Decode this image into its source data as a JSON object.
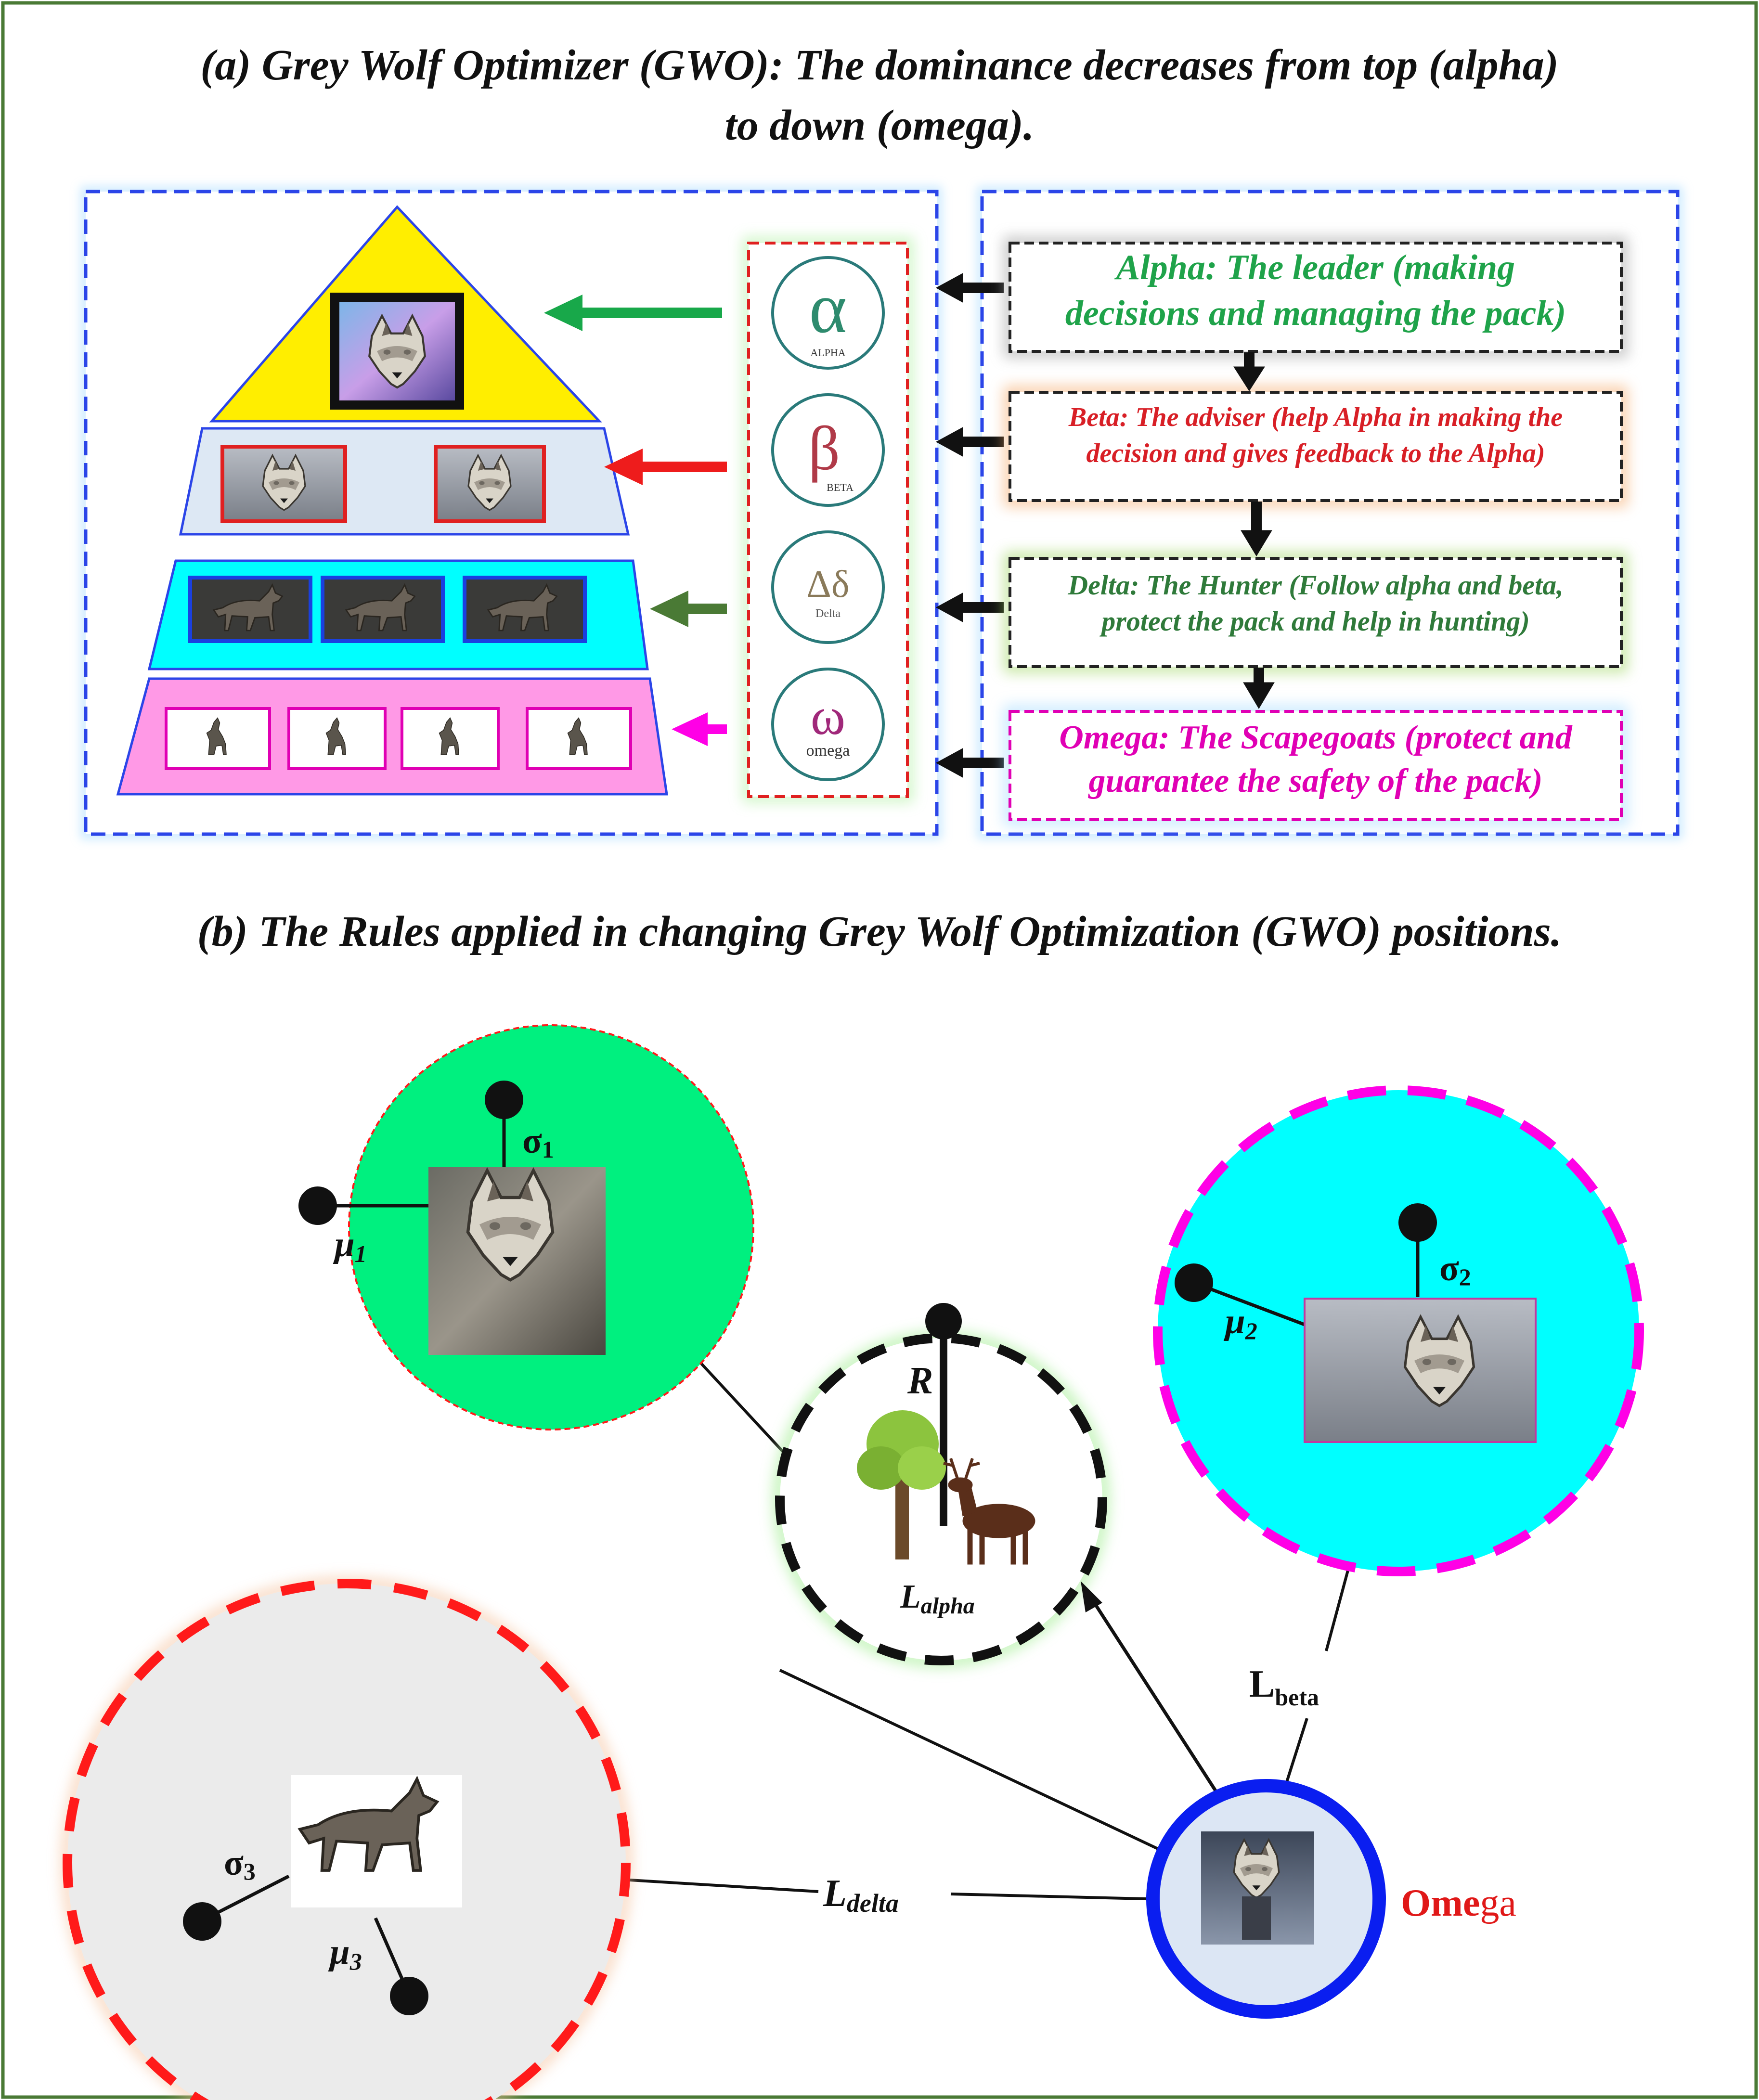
{
  "section_a": {
    "title_line1": "(a) Grey Wolf Optimizer (GWO): The dominance decreases from top (alpha)",
    "title_line2": "to down (omega)."
  },
  "symbols": [
    {
      "glyph": "α",
      "caption": "ALPHA",
      "color": "#2e8b6e"
    },
    {
      "glyph": "β",
      "caption": "BETA",
      "color": "#b03a48"
    },
    {
      "glyph": "Δδ",
      "caption": "Delta",
      "color": "#8a7a5a"
    },
    {
      "glyph": "ω",
      "caption": "omega",
      "color": "#a0287a"
    }
  ],
  "roles": [
    {
      "line1": "Alpha: The leader (making",
      "line2": "decisions and managing the pack)",
      "text_color": "#1fa34a",
      "border": "#222222",
      "fill": "#ffffff",
      "glow": "#9a9a9a"
    },
    {
      "line1": "Beta: The adviser (help Alpha in making the",
      "line2": "decision and gives feedback to the Alpha)",
      "text_color": "#d81f26",
      "border": "#222222",
      "fill": "#ffffff",
      "glow": "#f4a460"
    },
    {
      "line1": "Delta: The Hunter (Follow alpha and beta,",
      "line2": "protect the pack and help in hunting)",
      "text_color": "#2f7a3a",
      "border": "#222222",
      "fill": "#ffffff",
      "glow": "#9ad45a"
    },
    {
      "line1": "Omega: The Scapegoats (protect and",
      "line2": "guarantee the safety of the pack)",
      "text_color": "#e000b4",
      "border": "#e000b4",
      "fill": "#ffffff",
      "glow": "#9fd8ff"
    }
  ],
  "pyramid": {
    "tier_colors": [
      "#ffee00",
      "#dde8f4",
      "#00ffff",
      "#ff99e6"
    ],
    "frame_colors": [
      "#111111",
      "#e02020",
      "#1a40e0",
      "#e000b4"
    ],
    "arrow_colors": [
      "#18a84a",
      "#ee1c1c",
      "#4a7a35",
      "#ff00e6"
    ]
  },
  "section_b": {
    "title": "(b) The Rules applied in changing Grey Wolf Optimization (GWO) positions."
  },
  "labels": {
    "sigma1": "σ",
    "sigma1_sub": "1",
    "mu1": "μ",
    "mu1_sub": "1",
    "sigma2": "σ",
    "sigma2_sub": "2",
    "mu2": "μ",
    "mu2_sub": "2",
    "sigma3": "σ",
    "sigma3_sub": "3",
    "mu3": "μ",
    "mu3_sub": "3",
    "R": "R",
    "l_alpha": "L",
    "l_alpha_sub": "alpha",
    "l_beta": "L",
    "l_beta_sub": "beta",
    "l_delta": "L",
    "l_delta_sub": "delta",
    "omega_bold": "Ome",
    "omega_rest": "ga"
  },
  "colors": {
    "border": "#4a7a35",
    "blue_dash": "#2b45e8",
    "alpha_circle": "#00f07f",
    "beta_circle": "#00ffff",
    "beta_dash": "#ff00e6",
    "delta_circle": "#ebebeb",
    "delta_dash": "#ff1a1a",
    "omega_ring": "#0a1ef0",
    "omega_fill": "#dce6f4",
    "omega_label": "#e01818"
  }
}
